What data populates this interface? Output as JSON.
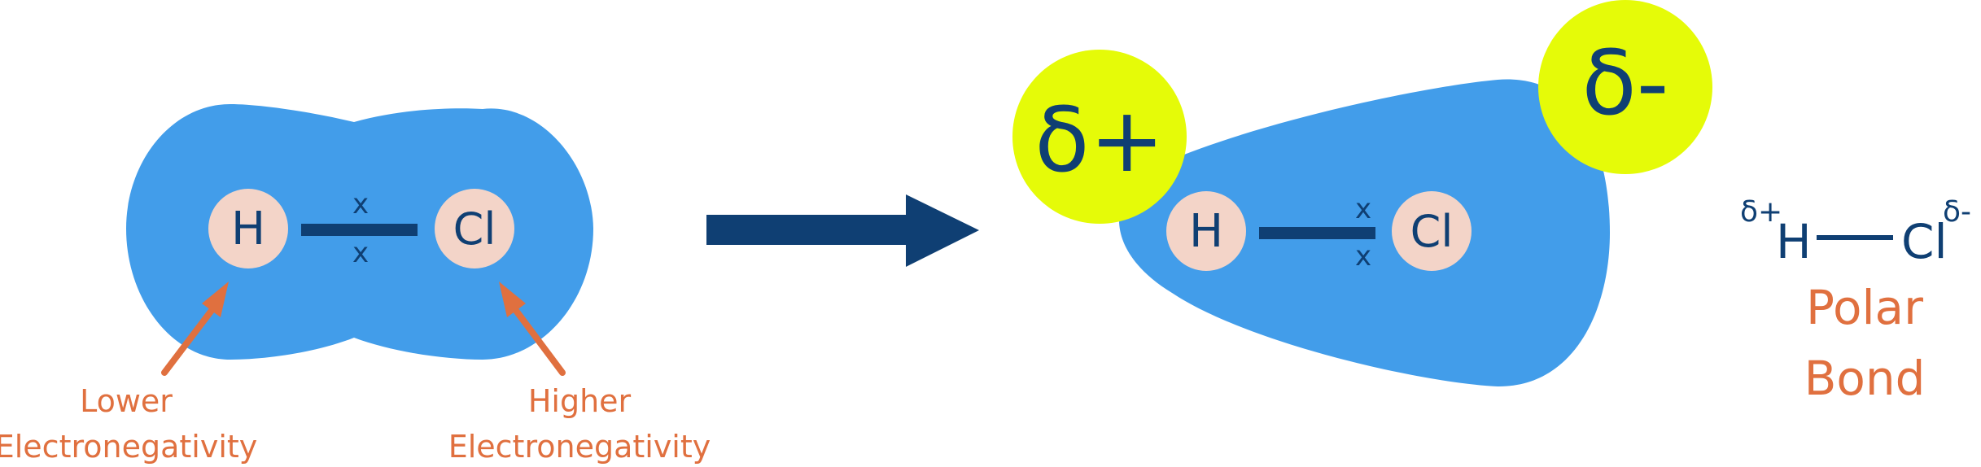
{
  "colors": {
    "cloud": "#429dea",
    "atom": "#f3d4c8",
    "navy": "#0f3f73",
    "orange": "#e0703f",
    "yellow": "#e5fb08"
  },
  "left": {
    "h_symbol": "H",
    "cl_symbol": "Cl",
    "electron_top": "x",
    "electron_bottom": "x",
    "lower_label_line1": "Lower",
    "lower_label_line2": "Electronegativity",
    "higher_label_line1": "Higher",
    "higher_label_line2": "Electronegativity"
  },
  "right": {
    "h_symbol": "H",
    "cl_symbol": "Cl",
    "electron_top": "x",
    "electron_bottom": "x",
    "delta_plus": "δ+",
    "delta_minus": "δ-"
  },
  "formula": {
    "delta_plus": "δ+",
    "h": "H",
    "cl": "Cl",
    "delta_minus": "δ-",
    "label_line1": "Polar",
    "label_line2": "Bond"
  }
}
